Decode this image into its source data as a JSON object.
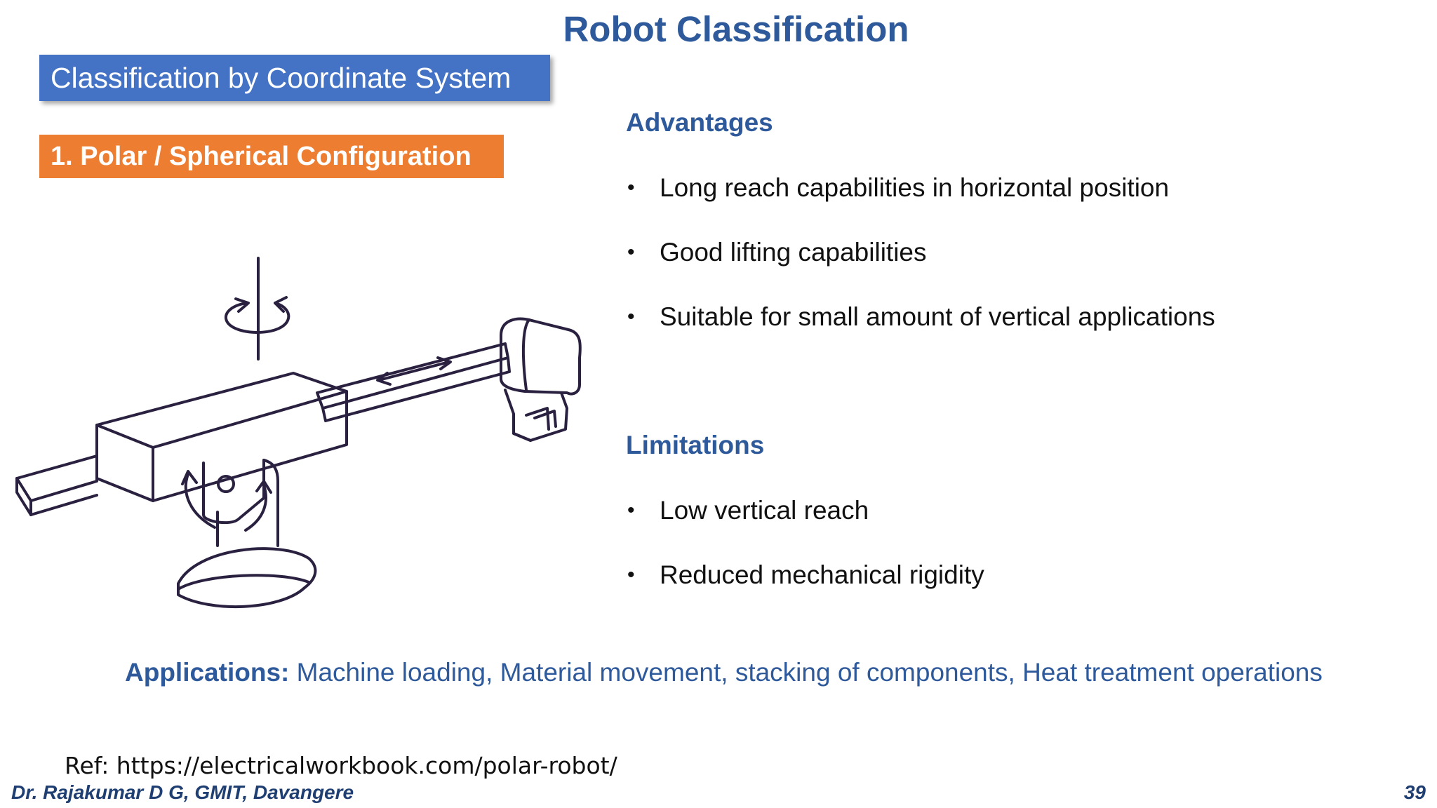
{
  "slide": {
    "title": "Robot Classification",
    "section_label": "Classification by Coordinate System",
    "config_label": "1. Polar / Spherical Configuration"
  },
  "advantages": {
    "heading": "Advantages",
    "items": [
      "Long reach capabilities in horizontal position",
      "Good lifting capabilities",
      "Suitable for small amount of vertical applications"
    ]
  },
  "limitations": {
    "heading": "Limitations",
    "items": [
      "Low vertical reach",
      "Reduced mechanical rigidity"
    ]
  },
  "applications": {
    "label": "Applications:",
    "text": "Machine loading, Material movement, stacking of components, Heat treatment operations"
  },
  "reference": "Ref: https://electricalworkbook.com/polar-robot/",
  "footer": {
    "author": "Dr. Rajakumar D G, GMIT, Davangere",
    "page_number": "39"
  },
  "colors": {
    "title": "#2e5a9b",
    "section_box": "#4472c4",
    "config_box": "#ed7d31"
  }
}
